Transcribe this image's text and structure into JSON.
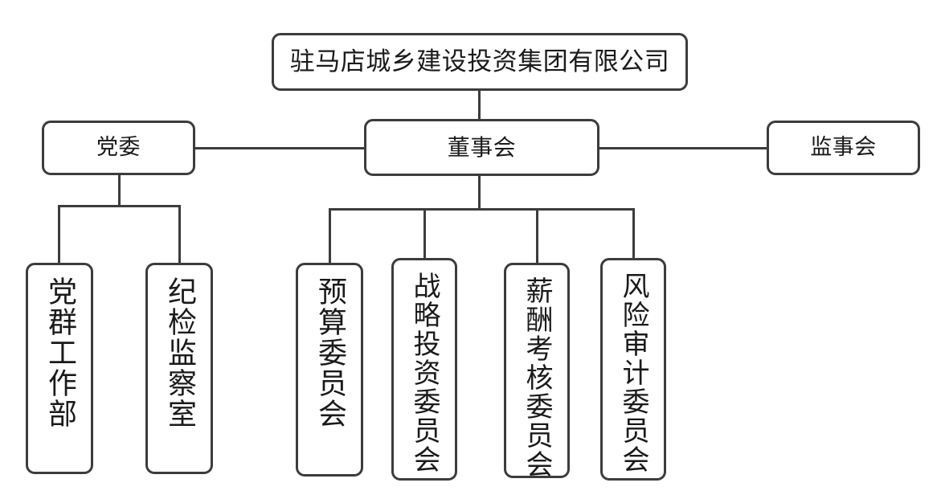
{
  "diagram": {
    "title_node": {
      "label": "驻马店城乡建设投资集团有限公司",
      "orientation": "horizontal"
    },
    "level2": [
      {
        "id": "party-committee",
        "label": "党委",
        "orientation": "horizontal"
      },
      {
        "id": "board-of-directors",
        "label": "董事会",
        "orientation": "horizontal"
      },
      {
        "id": "board-of-supervisors",
        "label": "监事会",
        "orientation": "horizontal"
      }
    ],
    "party_children": [
      {
        "id": "party-mass-work-department",
        "label": "党群工作部",
        "orientation": "vertical"
      },
      {
        "id": "discipline-inspection-office",
        "label": "纪检监察室",
        "orientation": "vertical"
      }
    ],
    "board_children": [
      {
        "id": "budget-committee",
        "label": "预算委员会",
        "orientation": "vertical"
      },
      {
        "id": "strategic-investment-committee",
        "label": "战略投资委员会",
        "orientation": "vertical"
      },
      {
        "id": "compensation-assessment-committee",
        "label": "薪酬考核委员会",
        "orientation": "vertical"
      },
      {
        "id": "risk-audit-committee",
        "label": "风险审计委员会",
        "orientation": "vertical"
      }
    ],
    "colors": {
      "border": "#3c3c3c",
      "text": "#1a1a1a",
      "background": "#ffffff",
      "connector": "#3c3c3c"
    }
  }
}
